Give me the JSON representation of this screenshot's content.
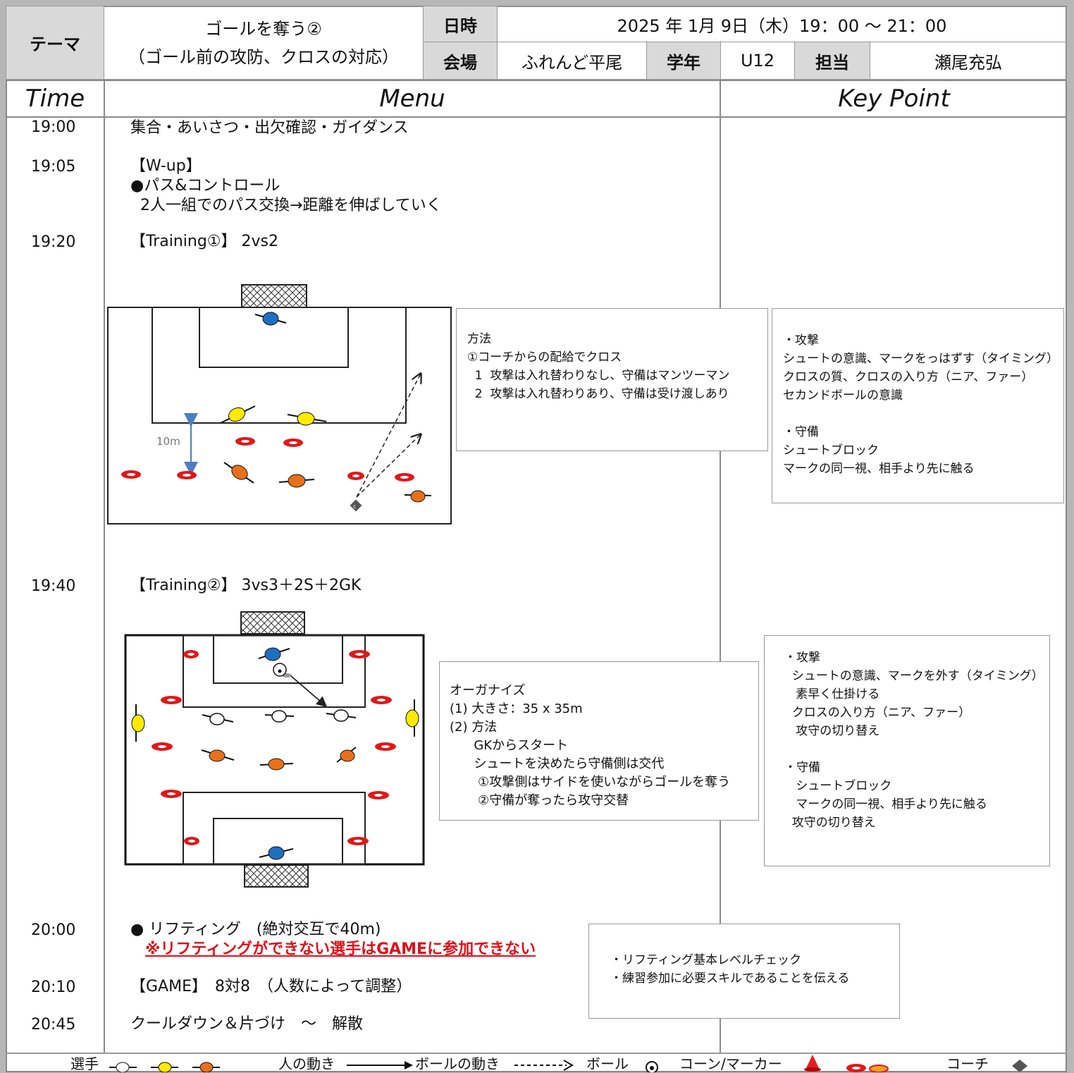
{
  "header": {
    "theme_label": "テーマ",
    "theme_line1": "ゴールを奪う②",
    "theme_line2": "（ゴール前の攻防、クロスの対応）",
    "date_label": "日時",
    "date_value": "2025 年  1月 9日（木）19：00 ～ 21：00",
    "venue_label": "会場",
    "venue_value": "ふれんど平尾",
    "grade_label": "学年",
    "grade_value": "U12",
    "staff_label": "担当",
    "staff_value": "瀬尾充弘"
  },
  "columns": {
    "time": "Time",
    "menu": "Menu",
    "key_point": "Key Point"
  },
  "schedule": [
    {
      "time": "19:00",
      "text": "集合・あいさつ・出欠確認・ガイダンス"
    },
    {
      "time": "19:05",
      "text": "【W-up】\n●パス&コントロール\n  2人一組でのパス交換→距離を伸ばしていく"
    },
    {
      "time": "19:20",
      "text": "【Training①】 2vs2"
    },
    {
      "time": "19:40",
      "text": "【Training②】 3vs3＋2S＋2GK"
    },
    {
      "time": "20:00",
      "text": "● リフティング　(絶対交互で40m)",
      "note": "※リフティングができない選手はGAMEに参加できない"
    },
    {
      "time": "20:10",
      "text": "【GAME】　8対8　（人数によって調整）"
    },
    {
      "time": "20:45",
      "text": "クールダウン＆片づけ　～　解散"
    }
  ],
  "training1": {
    "distance_label": "10m",
    "method_text": "方法\n①コーチからの配給でクロス\n  1  攻撃は入れ替わりなし、守備はマンツーマン\n  2  攻撃は入れ替わりあり、守備は受け渡しあり",
    "key_point_text": "・攻撃\nシュートの意識、マークをっはずす（タイミング）\nクロスの質、クロスの入り方（ニア、ファー）\nセカンドボールの意識\n\n・守備\nシュートブロック\nマークの同一視、相手より先に触る"
  },
  "training2": {
    "organize_text": "オーガナイズ\n(1) 大きさ：35 x 35m\n(2) 方法\n      GKからスタート\n      シュートを決めたら守備側は交代\n       ①攻撃側はサイドを使いながらゴールを奪う\n       ②守備が奪ったら攻守交替",
    "key_point_text": "・攻撃\n  シュートの意識、マークを外す（タイミング）\n   素早く仕掛ける\n  クロスの入り方（ニア、ファー）\n   攻守の切り替え\n\n・守備\n   シュートブロック\n   マークの同一視、相手より先に触る\n  攻守の切り替え"
  },
  "lifting_box_text": "・リフティング基本レベルチェック\n・練習参加に必要スキルであることを伝える",
  "legend": {
    "player": "選手",
    "person_move": "人の動き",
    "ball_move": "ボールの動き",
    "ball": "ボール",
    "cone": "コーン/マーカー",
    "coach": "コーチ"
  },
  "colors": {
    "header_gray": "#d9d9d9",
    "player_blue": "#1f6fc0",
    "player_yellow": "#ffea00",
    "player_orange": "#e8701a",
    "marker_red": "#e01818",
    "note_red": "#e0101a"
  },
  "icons": [
    "goal-net-icon",
    "player-icon",
    "marker-icon",
    "cone-icon",
    "coach-icon",
    "ball-icon"
  ]
}
